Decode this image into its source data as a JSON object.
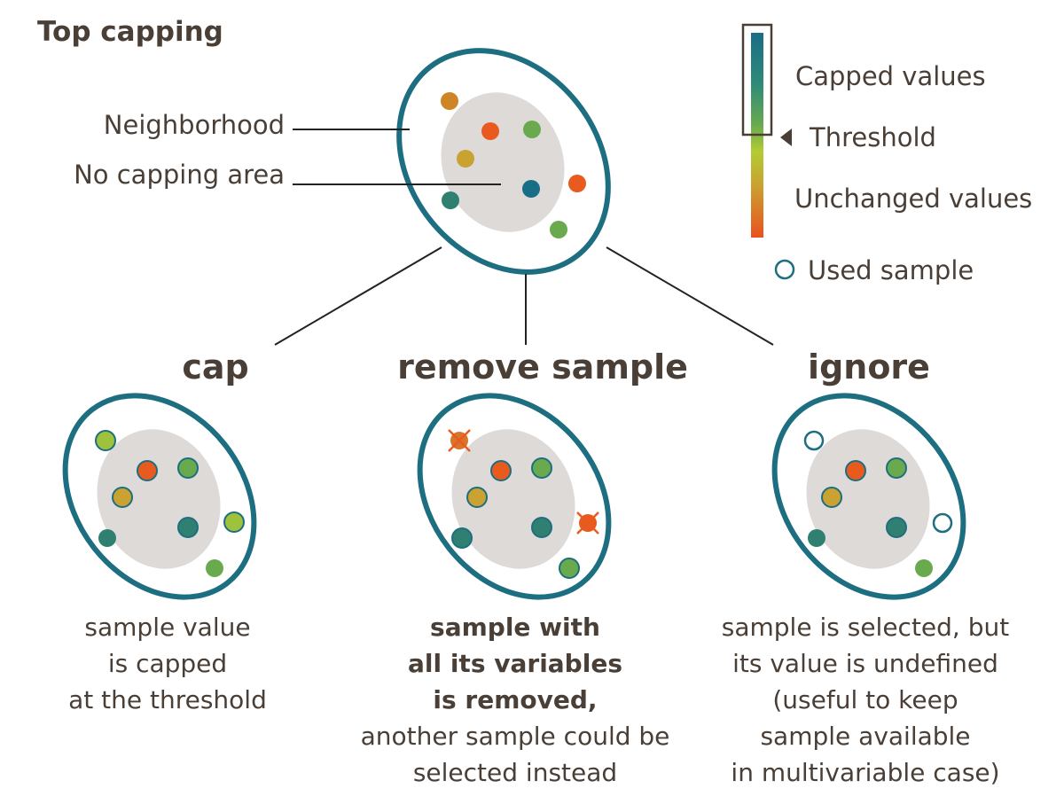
{
  "title": "Top capping",
  "labels": {
    "neighborhood": "Neighborhood",
    "no_capping_area": "No capping area"
  },
  "legend": {
    "capped_values": "Capped values",
    "threshold": "Threshold",
    "unchanged_values": "Unchanged values",
    "used_sample": "Used sample",
    "colors": {
      "ring": "#1d6e80",
      "area": "#dedad8",
      "high": "#186e86",
      "mid_high": "#3b9078",
      "threshold": "#9ec23c",
      "mid_low": "#c9a232",
      "low": "#e95a1f",
      "text": "#4a3f36"
    }
  },
  "options": [
    {
      "name": "cap",
      "description_bold": [],
      "description": [
        "sample value",
        "is capped",
        "at the threshold"
      ]
    },
    {
      "name": "remove sample",
      "description_bold": [
        "sample with",
        "all its variables",
        "is removed,"
      ],
      "description": [
        "another sample could be",
        "selected instead"
      ]
    },
    {
      "name": "ignore",
      "description_bold": [],
      "description": [
        "sample is selected, but",
        "its value is undefined",
        "(useful to keep",
        "sample available",
        "in multivariable case)"
      ]
    }
  ]
}
